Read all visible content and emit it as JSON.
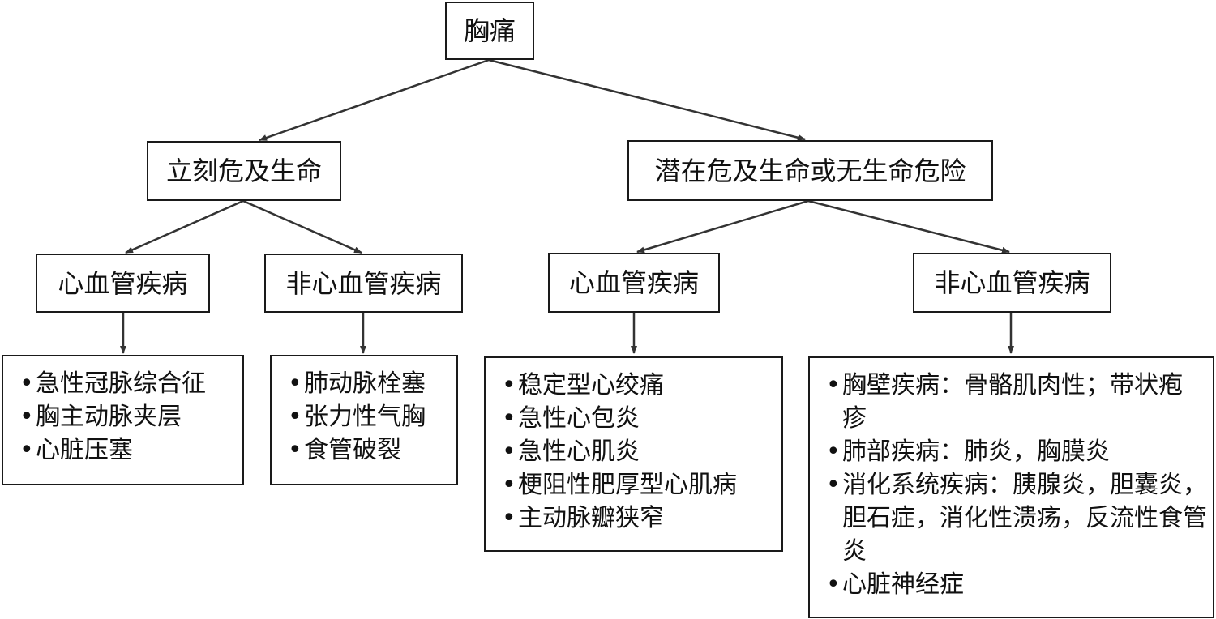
{
  "root": "胸痛",
  "level1": {
    "left": "立刻危及生命",
    "right": "潜在危及生命或无生命危险"
  },
  "level2": {
    "ll": "心血管疾病",
    "lr": "非心血管疾病",
    "rl": "心血管疾病",
    "rr": "非心血管疾病"
  },
  "bullet_glyph": "•",
  "lists": {
    "ll": [
      "急性冠脉综合征",
      "胸主动脉夹层",
      "心脏压塞"
    ],
    "lr": [
      "肺动脉栓塞",
      "张力性气胸",
      "食管破裂"
    ],
    "rl": [
      "稳定型心绞痛",
      "急性心包炎",
      "急性心肌炎",
      "梗阻性肥厚型心肌病",
      "主动脉瓣狭窄"
    ],
    "rr": [
      "胸壁疾病：骨骼肌肉性；带状疱疹",
      "肺部疾病：肺炎，胸膜炎",
      "消化系统疾病：胰腺炎，胆囊炎，胆石症，消化性溃疡，反流性食管炎",
      "心脏神经症"
    ]
  },
  "colors": {
    "line": "#333333",
    "border": "#1a1a1a",
    "text": "#111111"
  }
}
